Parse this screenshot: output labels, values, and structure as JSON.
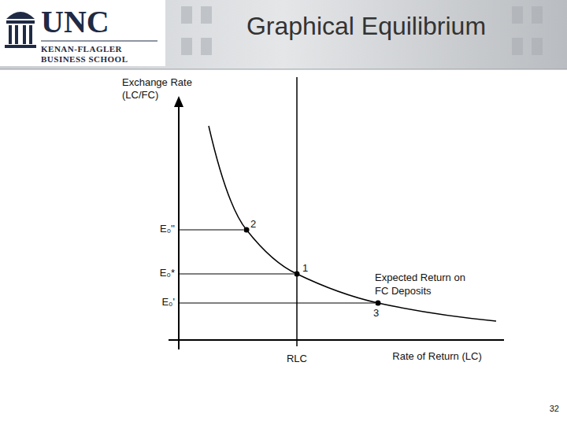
{
  "diagram": {
    "title": "Graphical Equilibrium",
    "labels": [
      "UNC",
      "KENAN-FLAGLER BUSINESS SCHOOL",
      "Exchange Rate (LC/FC)",
      "E₀''",
      "E₀*",
      "E₀'",
      "2",
      "1",
      "3",
      "Expected Return on FC Deposits",
      "RLC",
      "Rate of Return (LC)",
      "32"
    ]
  }
}
